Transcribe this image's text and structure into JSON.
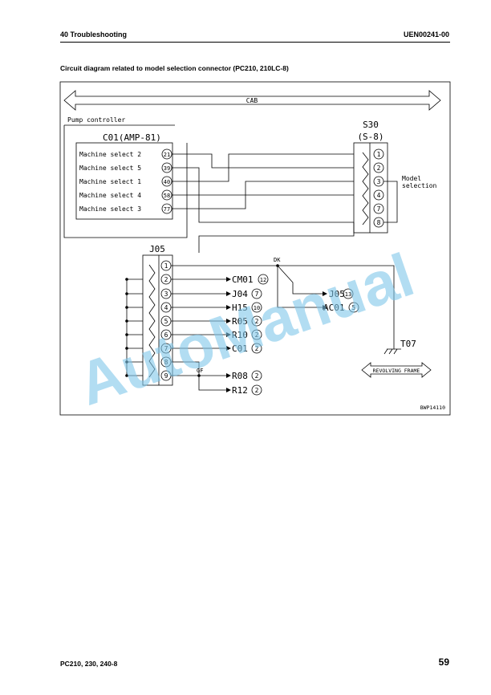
{
  "header": {
    "section": "40 Troubleshooting",
    "doc_code": "UEN00241-00"
  },
  "title": "Circuit diagram related to model selection connector (PC210, 210LC-8)",
  "footer": {
    "models": "PC210, 230, 240-8",
    "page": "59"
  },
  "diagram": {
    "cab_label": "CAB",
    "pump_controller_label": "Pump controller",
    "c01": {
      "name": "C01(AMP-81)",
      "rows": [
        {
          "label": "Machine select 2",
          "pin": "21"
        },
        {
          "label": "Machine select 5",
          "pin": "39"
        },
        {
          "label": "Machine select 1",
          "pin": "40"
        },
        {
          "label": "Machine select 4",
          "pin": "58"
        },
        {
          "label": "Machine select 3",
          "pin": "77"
        }
      ]
    },
    "s30": {
      "name": "S30",
      "type": "(S-8)",
      "pins": [
        "1",
        "2",
        "3",
        "4",
        "7",
        "8"
      ]
    },
    "model_selection_label": [
      "Model",
      "selection"
    ],
    "j05": {
      "name": "J05",
      "pins": [
        "1",
        "2",
        "3",
        "4",
        "5",
        "6",
        "7",
        "8",
        "9"
      ]
    },
    "j05_outputs": [
      {
        "conn": "CM01",
        "pin": "12"
      },
      {
        "conn": "J04",
        "pin": "7"
      },
      {
        "conn": "H15",
        "pin": "10"
      },
      {
        "conn": "R05",
        "pin": "2"
      },
      {
        "conn": "R10",
        "pin": "2"
      },
      {
        "conn": "C01",
        "pin": "2"
      }
    ],
    "gf_outputs": [
      {
        "conn": "R08",
        "pin": "2"
      },
      {
        "conn": "R12",
        "pin": "2"
      }
    ],
    "dk_label": "DK",
    "gf_label": "GF",
    "dk_outputs": [
      {
        "conn": "J05",
        "pin": "13"
      },
      {
        "conn": "AC01",
        "pin": "5"
      }
    ],
    "ground_label": "T07",
    "revolving_frame_label": "REVOLVING FRAME",
    "figure_code": "BWP14110"
  },
  "watermark": "AutoManual",
  "colors": {
    "watermark": "#7fc6ea",
    "ink": "#000000"
  }
}
